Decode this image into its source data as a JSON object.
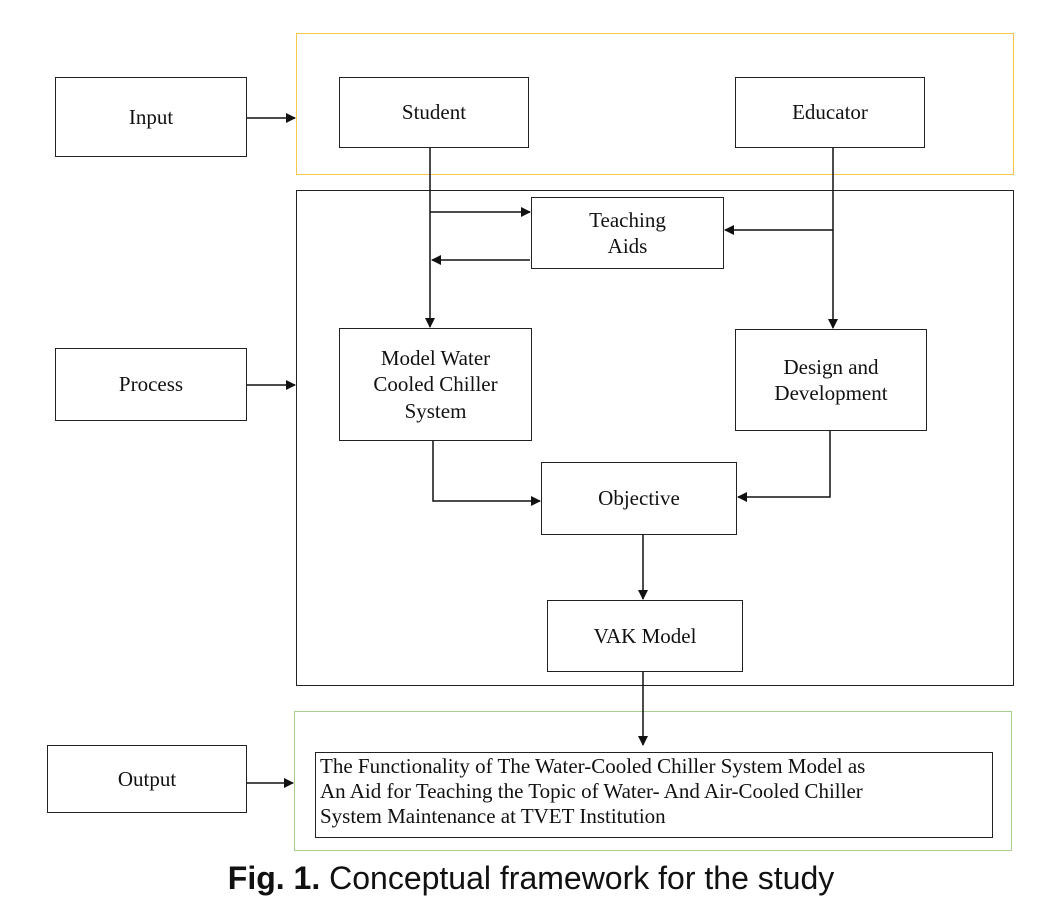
{
  "side_labels": {
    "input": "Input",
    "process": "Process",
    "output": "Output"
  },
  "nodes": {
    "student": "Student",
    "educator": "Educator",
    "teaching_aids": [
      "Teaching",
      "Aids"
    ],
    "model_chiller": [
      "Model Water",
      "Cooled Chiller",
      "System"
    ],
    "design_dev": [
      "Design and",
      "Development"
    ],
    "objective": "Objective",
    "vak_model": "VAK Model"
  },
  "output_text": [
    "The Functionality of The Water-Cooled Chiller System Model as",
    "An Aid for Teaching the Topic of Water- And Air-Cooled Chiller",
    "System Maintenance at TVET Institution"
  ],
  "caption": {
    "label": "Fig. 1.",
    "text": " Conceptual framework for the study"
  },
  "colors": {
    "input_frame": "#f2c94c",
    "process_frame": "#222222",
    "output_frame": "#a9cf8e"
  }
}
